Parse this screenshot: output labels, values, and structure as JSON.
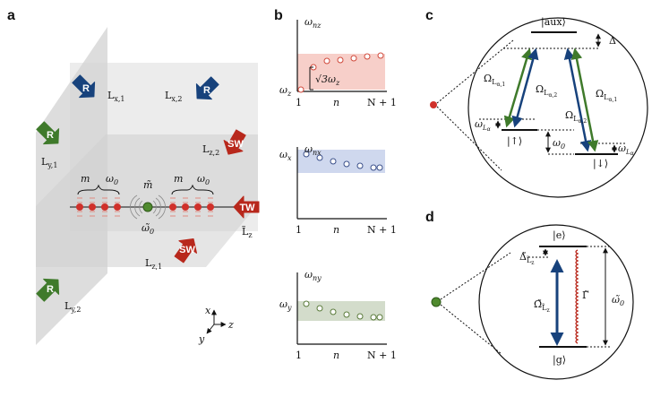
{
  "panels": {
    "a": "a",
    "b": "b",
    "c": "c",
    "d": "d"
  },
  "panel_a": {
    "arrows": [
      {
        "id": "r-x1",
        "tag": "R",
        "label": "L",
        "sub": "x,1",
        "color": "#17427c"
      },
      {
        "id": "r-x2",
        "tag": "R",
        "label": "L",
        "sub": "x,2",
        "color": "#17427c"
      },
      {
        "id": "r-y1",
        "tag": "R",
        "label": "L",
        "sub": "y,1",
        "color": "#3f7a2b"
      },
      {
        "id": "r-y2",
        "tag": "R",
        "label": "L",
        "sub": "y,2",
        "color": "#3f7a2b"
      },
      {
        "id": "sw-z2",
        "tag": "SW",
        "label": "L",
        "sub": "z,2",
        "color": "#b8281c"
      },
      {
        "id": "sw-z1",
        "tag": "SW",
        "label": "L",
        "sub": "z,1",
        "color": "#b8281c"
      },
      {
        "id": "tw",
        "tag": "TW",
        "label": "L̃",
        "sub": "z",
        "color": "#b8281c"
      }
    ],
    "chain_labels": {
      "m_left": "m",
      "omega_left": "ω",
      "omega_left_sub": "0",
      "m_tilde": "m̃",
      "omega_tilde": "ω̃",
      "omega_tilde_sub": "0",
      "m_right": "m",
      "omega_right": "ω",
      "omega_right_sub": "0"
    },
    "axes": {
      "x": "x",
      "y": "y",
      "z": "z"
    }
  },
  "panel_b": {
    "plots": [
      {
        "id": "z",
        "ylabel": "ω",
        "ylabel_sub": "nz",
        "level": "ω",
        "level_sub": "z",
        "band_color": "#f7cfc9",
        "dot_color": "#d0483a",
        "gap_label": "√3ω",
        "gap_sub": "z",
        "ticks": [
          "1",
          "n",
          "N + 1"
        ]
      },
      {
        "id": "x",
        "ylabel": "ω",
        "ylabel_sub": "nx",
        "level": "ω",
        "level_sub": "x",
        "band_color": "#cfd8ee",
        "dot_color": "#3a4f8a",
        "ticks": [
          "1",
          "n",
          "N + 1"
        ]
      },
      {
        "id": "y",
        "ylabel": "ω",
        "ylabel_sub": "ny",
        "level": "ω",
        "level_sub": "y",
        "band_color": "#d3dccb",
        "dot_color": "#5a7a3a",
        "ticks": [
          "1",
          "n",
          "N + 1"
        ]
      }
    ]
  },
  "panel_c": {
    "aux": "|aux⟩",
    "delta": "Δ",
    "up": "|↑⟩",
    "down": "|↓⟩",
    "omega0": "ω",
    "omega0_sub": "0",
    "rabi_left_green": "Ω",
    "rabi_left_green_sub": "L",
    "rabi_left_green_subsub": "α,1",
    "rabi_left_blue": "Ω",
    "rabi_left_blue_sub": "L",
    "rabi_left_blue_subsub": "α,2",
    "rabi_right_blue": "Ω",
    "rabi_right_blue_sub": "L",
    "rabi_right_blue_subsub": "α,2",
    "rabi_right_green": "Ω",
    "rabi_right_green_sub": "L",
    "rabi_right_green_subsub": "α,1",
    "shift_left": "ω",
    "shift_left_sub": "L",
    "shift_left_subsub": "α",
    "shift_right": "ω",
    "shift_right_sub": "L",
    "shift_right_subsub": "α"
  },
  "panel_d": {
    "excited": "|e⟩",
    "ground": "|g⟩",
    "detuning": "Δ̃",
    "detuning_sub": "L̃",
    "detuning_subsub": "z",
    "rabi": "Ω̃",
    "rabi_sub": "L̃",
    "rabi_subsub": "z",
    "decay": "Γ̃",
    "omega": "ω̃",
    "omega_sub": "0"
  },
  "colors": {
    "blue_laser": "#17427c",
    "green_laser": "#3f7a2b",
    "red_laser": "#b8281c",
    "ion_red": "#d0302a",
    "ion_green": "#4f8a2e",
    "plane": "#d9d9d9"
  }
}
